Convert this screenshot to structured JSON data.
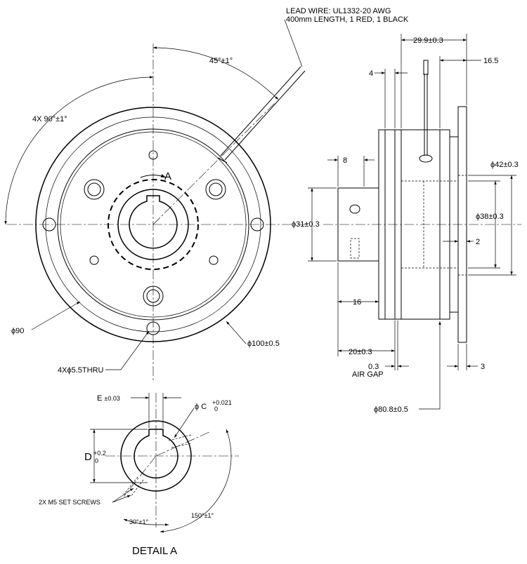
{
  "labels": {
    "lead_wire_line1": "LEAD WIRE: UL1332-20 AWG",
    "lead_wire_line2": "400mm LENGTH, 1 RED, 1 BLACK",
    "angle_45": "45°±1°",
    "angle_4x90": "4X 90°±1°",
    "section_a": "A",
    "dia_90": "ϕ90",
    "dia_100": "ϕ100±0.5",
    "holes": "4Xϕ5.5THRU",
    "e_tol": "E",
    "e_tol_value": "±0.03",
    "c_dia": "ϕ C",
    "c_tol_upper": "+0.021",
    "c_tol_lower": "0",
    "d_label": "D",
    "d_tol_upper": "+0.2",
    "d_tol_lower": "0",
    "set_screws": "2X M5 SET SCREWS",
    "angle_30": "30°±1°",
    "angle_150": "150°±1°",
    "detail_title": "DETAIL A",
    "dim_29_9": "29.9±0.3",
    "dim_4": "4",
    "dim_16_5": "16.5",
    "dim_8": "8",
    "dim_42": "ϕ42±0.3",
    "dim_31": "ϕ31±0.3",
    "dim_38": "ϕ38±0.3",
    "dim_2": "2",
    "dim_16": "16",
    "dim_20": "20±0.3",
    "dim_0_3": "0.3",
    "air_gap": "AIR GAP",
    "dim_3": "3",
    "dim_80_8": "ϕ80.8±0.5"
  }
}
